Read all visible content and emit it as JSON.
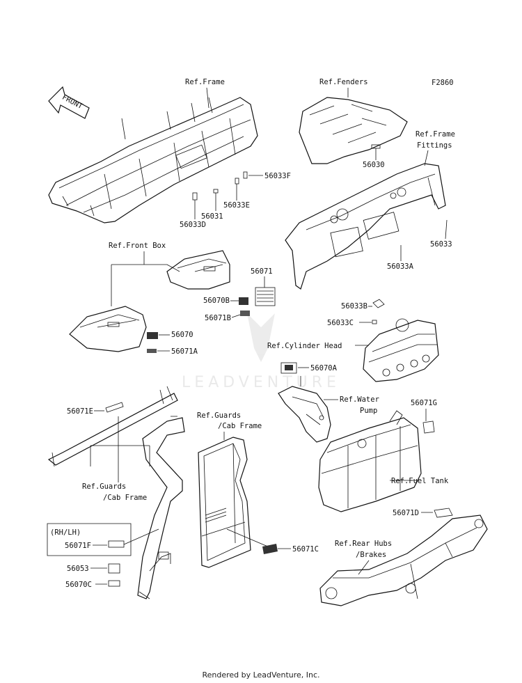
{
  "diagram_code": "F2860",
  "front_arrow": "FRONT",
  "watermark": "LEADVENTURE",
  "labels": {
    "ref_frame": "Ref.Frame",
    "ref_fenders": "Ref.Fenders",
    "ref_frame_fittings_1": "Ref.Frame",
    "ref_frame_fittings_2": "Fittings",
    "ref_front_box": "Ref.Front Box",
    "ref_cylinder_head": "Ref.Cylinder Head",
    "ref_water_pump_1": "Ref.Water",
    "ref_water_pump_2": "Pump",
    "ref_fuel_tank": "Ref.Fuel Tank",
    "ref_guards_left_1": "Ref.Guards",
    "ref_guards_left_2": "/Cab Frame",
    "ref_guards_mid_1": "Ref.Guards",
    "ref_guards_mid_2": "/Cab Frame",
    "ref_rear_hubs_1": "Ref.Rear Hubs",
    "ref_rear_hubs_2": "/Brakes",
    "rh_lh": "(RH/LH)"
  },
  "parts": {
    "p56033F": "56033F",
    "p56033E": "56033E",
    "p56031": "56031",
    "p56033D": "56033D",
    "p56030": "56030",
    "p56033": "56033",
    "p56033A": "56033A",
    "p56071": "56071",
    "p56070B": "56070B",
    "p56071B": "56071B",
    "p56070": "56070",
    "p56071A": "56071A",
    "p56033B": "56033B",
    "p56033C": "56033C",
    "p56070A": "56070A",
    "p56071E": "56071E",
    "p56071G": "56071G",
    "p56071F": "56071F",
    "p56053": "56053",
    "p56070C": "56070C",
    "p56071D": "56071D",
    "p56071C": "56071C"
  },
  "footer": "Rendered by LeadVenture, Inc."
}
